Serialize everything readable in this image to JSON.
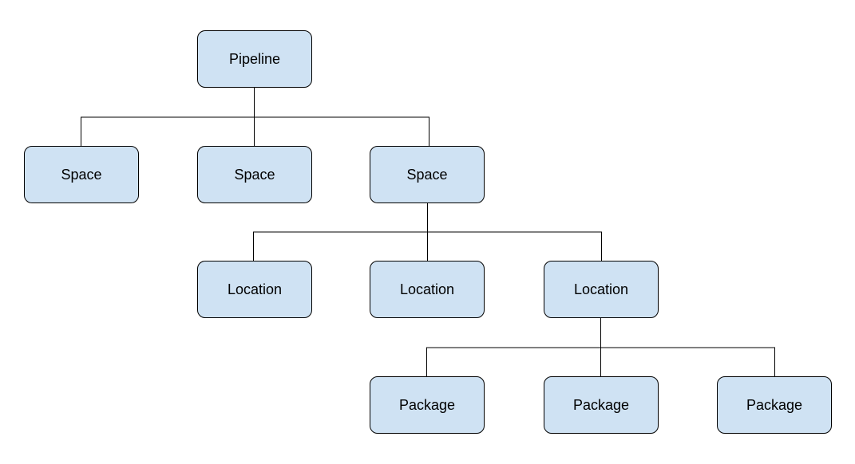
{
  "diagram": {
    "node_fill": "#cfe2f3",
    "node_border": "#000000",
    "line_color": "#000000",
    "root": {
      "label": "Pipeline"
    },
    "spaces": [
      {
        "label": "Space"
      },
      {
        "label": "Space"
      },
      {
        "label": "Space"
      }
    ],
    "locations": [
      {
        "label": "Location"
      },
      {
        "label": "Location"
      },
      {
        "label": "Location"
      }
    ],
    "packages": [
      {
        "label": "Package"
      },
      {
        "label": "Package"
      },
      {
        "label": "Package"
      }
    ]
  }
}
